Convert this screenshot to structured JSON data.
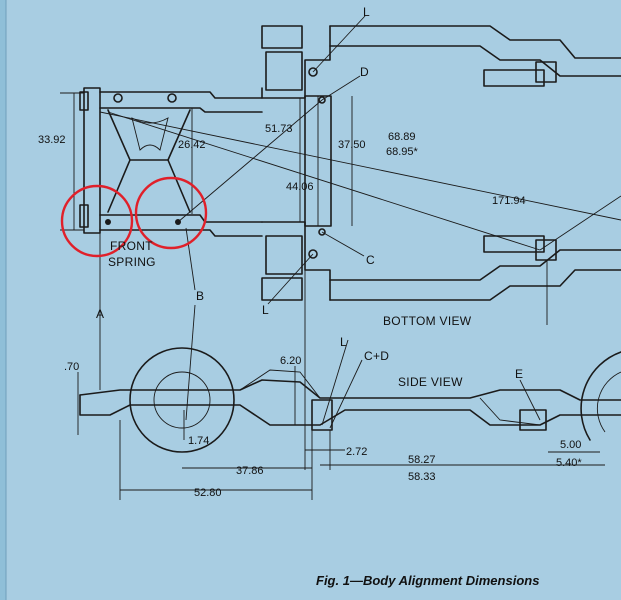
{
  "caption": "Fig. 1—Body Alignment Dimensions",
  "views": {
    "bottom": "BOTTOM VIEW",
    "side": "SIDE VIEW"
  },
  "spring_label": {
    "line1": "FRONT",
    "line2": "SPRING"
  },
  "point_labels": {
    "L_top": "L",
    "D": "D",
    "C": "C",
    "L_bottom": "L",
    "B": "B",
    "A": "A",
    "L_side": "L",
    "CD": "C+D",
    "E": "E"
  },
  "dimensions": {
    "d33_92": "33.92",
    "d26_42": "26.42",
    "d51_73": "51.73",
    "d68_89": "68.89",
    "d68_95": "68.95*",
    "d37_50": "37.50",
    "d44_06": "44.06",
    "d171_94": "171.94",
    "d0_70": ".70",
    "d6_20": "6.20",
    "d1_74": "1.74",
    "d2_72": "2.72",
    "d37_86": "37.86",
    "d52_80": "52.80",
    "d58_27": "58.27",
    "d58_33": "58.33",
    "d5_00": "5.00",
    "d5_40": "5.40*"
  },
  "colors": {
    "background": "#a8cde2",
    "ink": "#1b1b1b",
    "highlight": "#e0202a"
  }
}
